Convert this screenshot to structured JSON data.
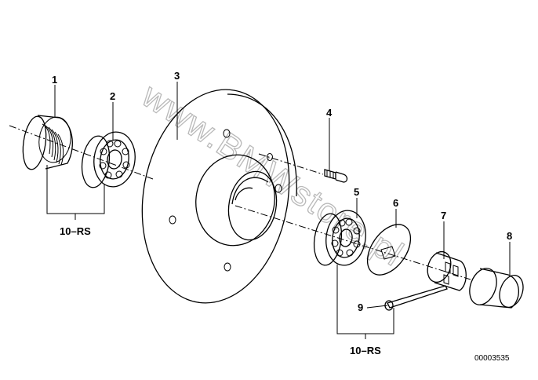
{
  "diagram": {
    "watermark": "www.BMWstore.pl",
    "parts": [
      {
        "number": "1"
      },
      {
        "number": "2"
      },
      {
        "number": "3"
      },
      {
        "number": "4"
      },
      {
        "number": "5"
      },
      {
        "number": "6"
      },
      {
        "number": "7"
      },
      {
        "number": "8"
      },
      {
        "number": "9"
      }
    ],
    "group_labels": [
      "10–RS",
      "10–RS"
    ],
    "diagram_code": "00003535"
  }
}
